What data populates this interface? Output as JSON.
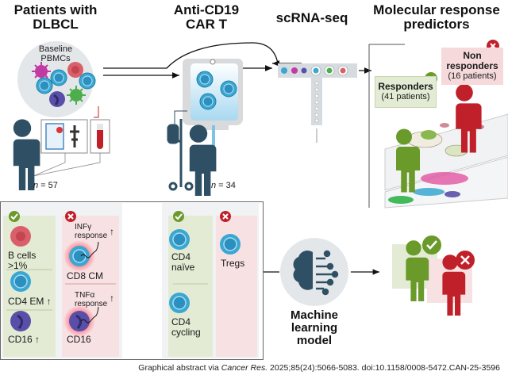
{
  "headers": {
    "patients": "Patients with DLBCL",
    "patients_l1": "Patients with",
    "patients_l2": "DLBCL",
    "cart_l1": "Anti-CD19",
    "cart_l2": "CAR T",
    "scrna": "scRNA-seq",
    "predictors_l1": "Molecular response",
    "predictors_l2": "predictors"
  },
  "baseline": {
    "label_l1": "Baseline",
    "label_l2": "PBMCs"
  },
  "cohorts": {
    "dlbcl_n_prefix": "n",
    "dlbcl_n_value": " = 57",
    "cart_n_prefix": "n",
    "cart_n_value": " = 34"
  },
  "responders": {
    "label": "Responders",
    "count": "(41 patients)",
    "color": "#6a9a2a",
    "bg": "#e3ebd4"
  },
  "non_responders": {
    "label_l1": "Non",
    "label_l2": "responders",
    "count": "(16 patients)",
    "color": "#c0202a",
    "bg": "#f5d9db"
  },
  "panel_left": {
    "responder_cells": [
      {
        "l1": "B cells",
        "l2": ">1%"
      },
      {
        "l1": "CD4 EM ↑",
        "l2": ""
      },
      {
        "l1": "CD16 ↑",
        "l2": ""
      }
    ],
    "nonresponder_cells": [
      {
        "response_l1": "INFγ",
        "response_l2": "response",
        "arrow": "↑",
        "name": "CD8 CM"
      },
      {
        "response_l1": "TNFα",
        "response_l2": "response",
        "arrow": "↑",
        "name": "CD16"
      }
    ]
  },
  "panel_mid": {
    "responder_cells": [
      {
        "l1": "CD4",
        "l2": "naïve"
      },
      {
        "l1": "CD4",
        "l2": "cycling"
      }
    ],
    "nonresponder_cells": [
      {
        "l1": "Tregs"
      }
    ]
  },
  "ml": {
    "l1": "Machine",
    "l2": "learning",
    "l3": "model"
  },
  "caption": {
    "prefix": "Graphical abstract via ",
    "journal": "Cancer Res.",
    "rest": " 2025;85(24):5066-5083. doi:10.1158/0008-5472.CAN-25-3596"
  },
  "colors": {
    "person": "#2f5064",
    "cell_blue": "#3aa7d2",
    "cell_red": "#d9606a",
    "cell_purple": "#5a4fa8",
    "check_green": "#6a9a2a",
    "cross_red": "#c0202a"
  }
}
